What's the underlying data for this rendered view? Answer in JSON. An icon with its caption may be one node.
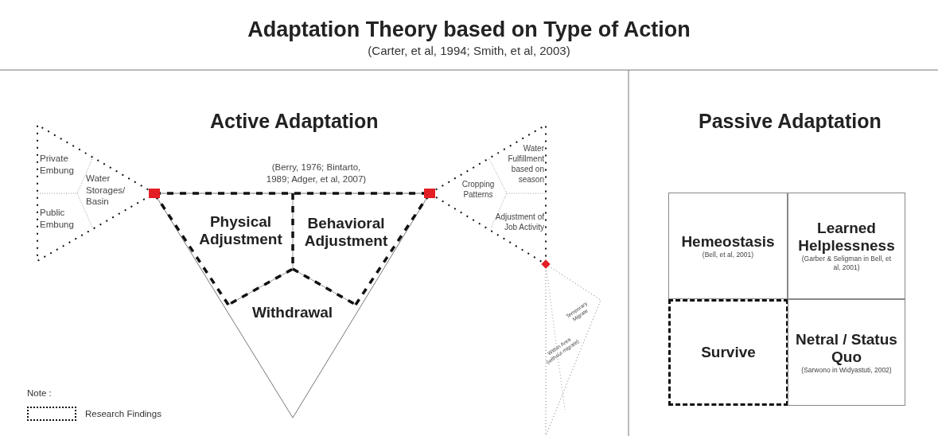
{
  "diagram": {
    "title": "Adaptation Theory based on Type of Action",
    "nodes": [
      {
        "text": [
          "Active Adaptation",
          "(Berry, 1976; Bintarto, 1989; Adger, et al, 2007)"
        ]
      },
      {
        "text": [
          "Physical Adjustment"
        ],
        "in": 0
      },
      {
        "text": [
          "Behavioral Adjustment"
        ],
        "in": 0
      },
      {
        "text": [
          "Withdrawal"
        ],
        "in": 0
      },
      {
        "text": [
          "Private Embung"
        ],
        "in": 0
      },
      {
        "text": [
          "Public Embung"
        ],
        "in": 0
      },
      {
        "text": [
          "Water Storages/ Basin"
        ],
        "in": 0
      },
      {
        "text": [
          "Cropping Patterns"
        ],
        "in": 0
      },
      {
        "text": [
          "Water Fulfillment based on season"
        ],
        "in": 0
      },
      {
        "text": [
          "Adjustment of Job Activity"
        ],
        "in": 0
      },
      {
        "text": [
          "Within Area (without migrate)"
        ],
        "in": 0
      },
      {
        "text": [
          "Temporary Migrate"
        ],
        "in": 0
      },
      {
        "text": [
          "Passive Adaptation"
        ]
      },
      {
        "text": [
          "Hemeostasis",
          "(Bell, et al, 2001)"
        ],
        "in": 12
      },
      {
        "text": [
          "Learned Helplessness",
          "(Garber & Seligman in Bell, et al, 2001)"
        ],
        "in": 12
      },
      {
        "text": [
          "Survive"
        ],
        "in": 12
      },
      {
        "text": [
          "Netral / Status Quo",
          "(Sarwono in Widyastuti, 2002)"
        ],
        "in": 12
      }
    ],
    "labels": [
      "(Carter, et al, 1994; Smith, et al, 2003)",
      "Note :"
    ],
    "legend": [
      {
        "text": "Research Findings"
      }
    ]
  }
}
